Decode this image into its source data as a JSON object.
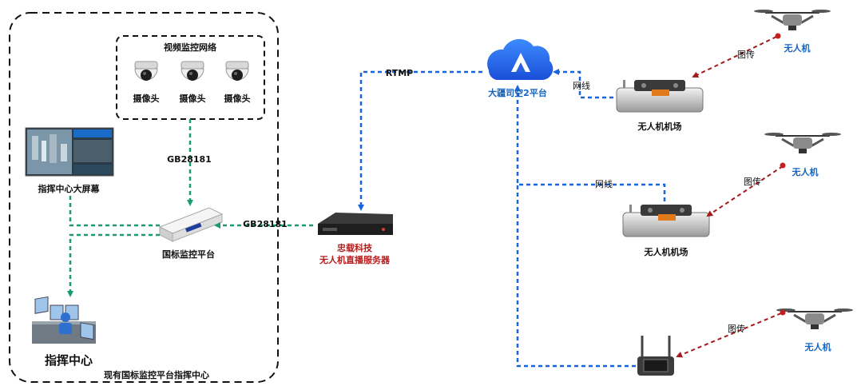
{
  "video_network": {
    "title": "视频监控网络",
    "camera_label": "摄像头"
  },
  "big_screen": {
    "label": "指挥中心大屏幕"
  },
  "gb_platform": {
    "label": "国标监控平台"
  },
  "command_center": {
    "label": "指挥中心"
  },
  "existing_area": {
    "label": "现有国标监控平台指挥中心"
  },
  "server": {
    "line1": "忠载科技",
    "line2": "无人机直播服务器"
  },
  "cloud": {
    "label": "大疆司空2平台"
  },
  "links": {
    "gb_vertical": "GB28181",
    "gb_horizontal": "GB28181",
    "rtmp": "RTMP",
    "wire1": "网线",
    "wire2": "网线",
    "transmit1": "图传",
    "transmit2": "图传",
    "transmit3": "图传"
  },
  "dock1": {
    "label": "无人机机场"
  },
  "dock2": {
    "label": "无人机机场"
  },
  "drones": {
    "d1": "无人机",
    "d2": "无人机",
    "d3": "无人机"
  },
  "colors": {
    "green": "#1a9a72",
    "blue": "#1565e0",
    "red": "#a3191c"
  }
}
